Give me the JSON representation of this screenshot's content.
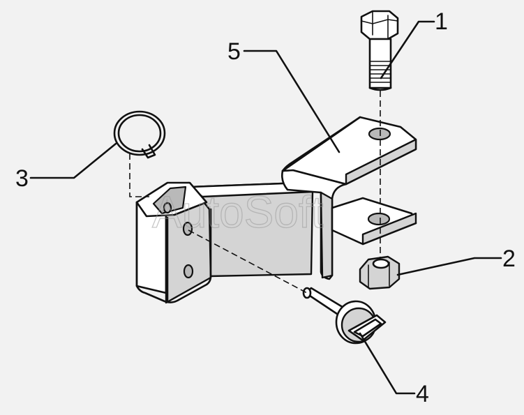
{
  "diagram": {
    "watermark_text": "AutoSoft",
    "callouts": [
      {
        "id": "1",
        "label": "1",
        "part": "bolt"
      },
      {
        "id": "2",
        "label": "2",
        "part": "nut"
      },
      {
        "id": "3",
        "label": "3",
        "part": "spring-ring"
      },
      {
        "id": "4",
        "label": "4",
        "part": "pin"
      },
      {
        "id": "5",
        "label": "5",
        "part": "bracket"
      }
    ]
  }
}
